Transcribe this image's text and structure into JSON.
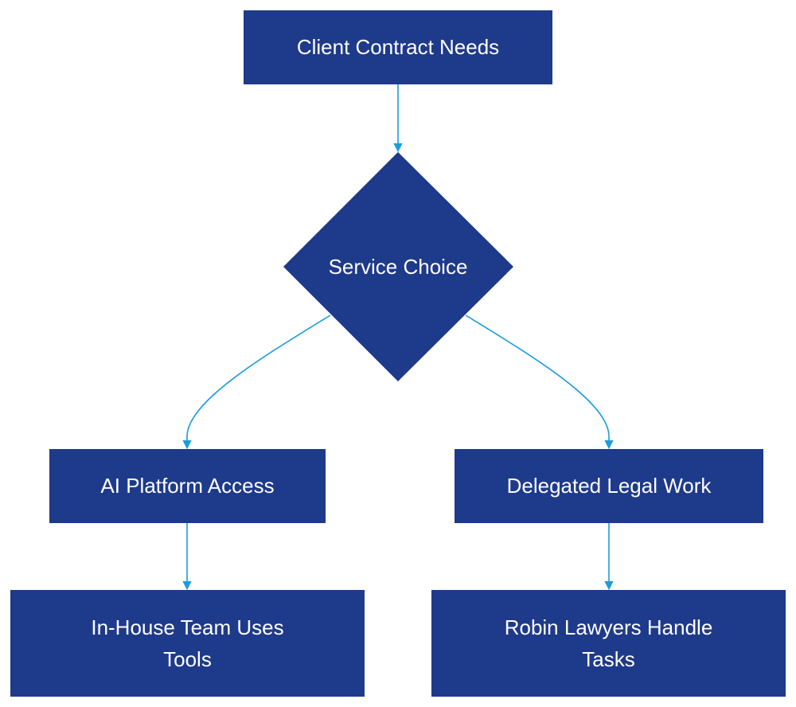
{
  "nodes": {
    "client_contract_needs": "Client Contract Needs",
    "service_choice": "Service Choice",
    "ai_platform_access": "AI Platform Access",
    "delegated_legal_work": "Delegated Legal Work",
    "in_house_team": "In-House Team Uses Tools",
    "robin_lawyers": "Robin Lawyers Handle Tasks"
  },
  "colors": {
    "node_fill": "#1e3a8a",
    "edge": "#1a9de0",
    "text": "#ffffff"
  }
}
